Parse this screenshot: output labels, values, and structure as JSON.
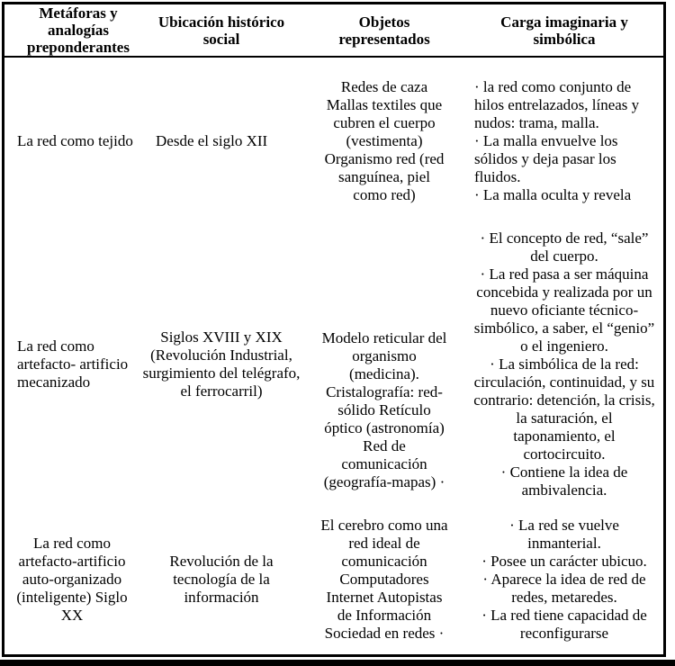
{
  "colors": {
    "border": "#000000",
    "background": "#ffffff",
    "text": "#000000"
  },
  "table": {
    "headers": [
      "Metáforas y\nanalogías\npreponderantes",
      "Ubicación histórico\nsocial",
      "Objetos\nrepresentados",
      "Carga imaginaria y\nsimbólica"
    ],
    "rows": [
      {
        "metaforas": "La red como tejido",
        "ubicacion": "Desde el siglo XII",
        "objetos": "Redes de caza\nMallas textiles que\ncubren el cuerpo\n(vestimenta)\nOrganismo red (red\nsanguínea, piel\ncomo red)",
        "carga": "· la red como conjunto de\nhilos entrelazados, líneas y\nnudos: trama, malla.\n· La malla envuelve los\nsólidos y deja pasar los\nfluidos.\n· La malla oculta y revela"
      },
      {
        "metaforas": "La red como\nartefacto- artificio\nmecanizado",
        "ubicacion": "Siglos XVIII y XIX\n(Revolución Industrial,\nsurgimiento del telégrafo,\nel ferrocarril)",
        "objetos": "Modelo reticular del\norganismo\n(medicina).\nCristalografía: red-\nsólido Retículo\nóptico (astronomía)\nRed de\ncomunicación\n(geografía-mapas) ·",
        "carga": "· El concepto de red, “sale”\ndel cuerpo.\n· La red pasa a ser máquina\nconcebida y realizada por un\nnuevo oficiante técnico-\nsimbólico, a saber, el “genio”\no el ingeniero.\n· La simbólica de la red:\ncirculación, continuidad, y su\ncontrario: detención, la crisis,\nla saturación, el\ntaponamiento, el\ncortocircuito.\n· Contiene la idea de\nambivalencia."
      },
      {
        "metaforas": "La red como\nartefacto-artificio\nauto-organizado\n(inteligente) Siglo\nXX",
        "ubicacion": "Revolución de la\ntecnología de la\ninformación",
        "objetos": "El cerebro como una\nred ideal de\ncomunicación\nComputadores\nInternet Autopistas\nde Información\nSociedad en redes ·",
        "carga": "· La red se vuelve\ninmanterial.\n· Posee un carácter ubicuo.\n· Aparece la idea de red de\nredes, metaredes.\n· La red tiene capacidad de\nreconfigurarse"
      }
    ]
  }
}
